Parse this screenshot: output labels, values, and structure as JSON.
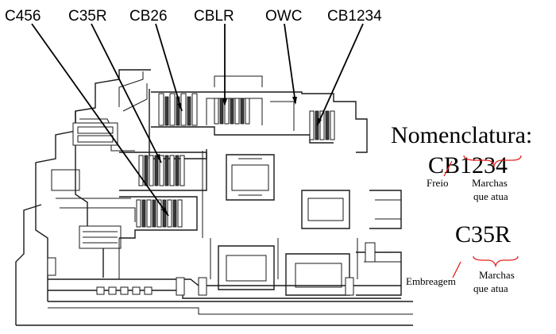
{
  "callouts": [
    {
      "id": "c456",
      "label": "C456"
    },
    {
      "id": "c35r",
      "label": "C35R"
    },
    {
      "id": "cb26",
      "label": "CB26"
    },
    {
      "id": "cblr",
      "label": "CBLR"
    },
    {
      "id": "owc",
      "label": "OWC"
    },
    {
      "id": "cb1234",
      "label": "CB1234"
    }
  ],
  "legend": {
    "title": "Nomenclatura:",
    "example1": {
      "prefix": "CB",
      "suffix": "1234",
      "left_note": "Freio",
      "right_note_line1": "Marchas",
      "right_note_line2": "que atua"
    },
    "example2": {
      "prefix": "C",
      "suffix": "35R",
      "left_note": "Embreagem",
      "right_note_line1": "Marchas",
      "right_note_line2": "que atua"
    }
  },
  "colors": {
    "brace": "#e8201c",
    "ink": "#000000"
  }
}
